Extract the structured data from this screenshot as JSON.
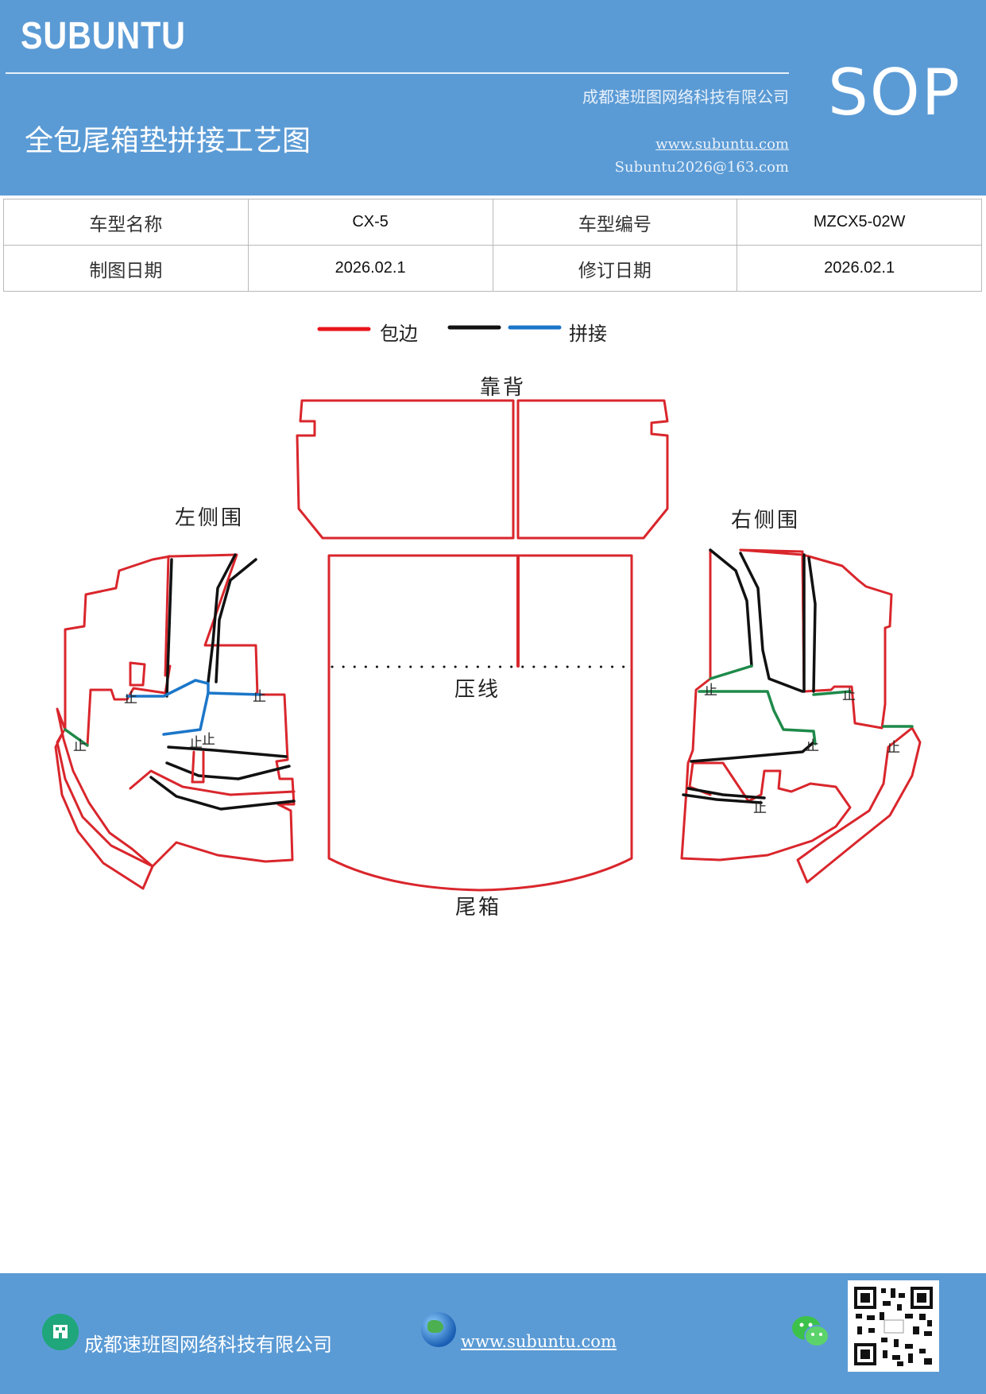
{
  "header": {
    "logo": "SUBUNTU",
    "company": "成都速班图网络科技有限公司",
    "title": "全包尾箱垫拼接工艺图",
    "website": "www.subuntu.com",
    "email": "Subuntu2026@163.com",
    "badge": "SOP"
  },
  "info": {
    "model_name_label": "车型名称",
    "model_name": "CX-5",
    "model_code_label": "车型编号",
    "model_code": "MZCX5-02W",
    "draw_date_label": "制图日期",
    "draw_date": "2026.02.1",
    "revise_date_label": "修订日期",
    "revise_date": "2026.02.1"
  },
  "legend": {
    "edge_label": "包边",
    "splice_label": "拼接",
    "colors": {
      "edge": "#e8141c",
      "black": "#111111",
      "splice": "#1b76c9",
      "green": "#1e8a4a"
    }
  },
  "diagram": {
    "backrest": "靠背",
    "left_side": "左侧围",
    "right_side": "右侧围",
    "press_line": "压线",
    "trunk": "尾箱",
    "stop_mark": "止"
  },
  "footer": {
    "company": "成都速班图网络科技有限公司",
    "website": "www.subuntu.com",
    "icons": [
      "building-icon",
      "globe-icon",
      "wechat-icon",
      "qr-code"
    ]
  }
}
